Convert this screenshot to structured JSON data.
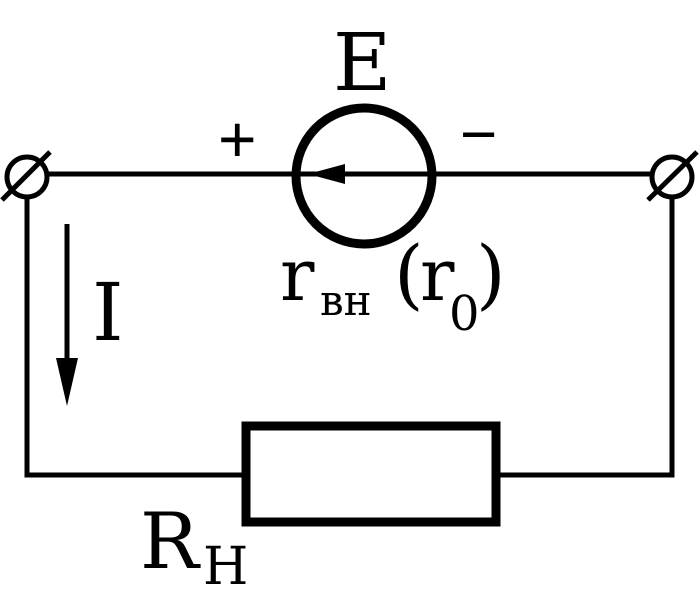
{
  "labels": {
    "emf": "E",
    "plus": "+",
    "minus": "−",
    "current": "I",
    "internal_resistance_main": "r",
    "internal_resistance_sub": "вн",
    "internal_resistance_alt_open": "(",
    "internal_resistance_alt_main": "r",
    "internal_resistance_alt_sub": "0",
    "internal_resistance_alt_close": ")",
    "load_resistance_main": "R",
    "load_resistance_sub": "Н"
  },
  "colors": {
    "ink": "#000000",
    "background": "#ffffff"
  },
  "icons": {
    "source": "ideal-emf-source-circle-icon",
    "terminal": "terminal-crossed-circle-icon",
    "load": "resistor-rectangle-icon",
    "current_direction": "arrow-down-icon"
  }
}
